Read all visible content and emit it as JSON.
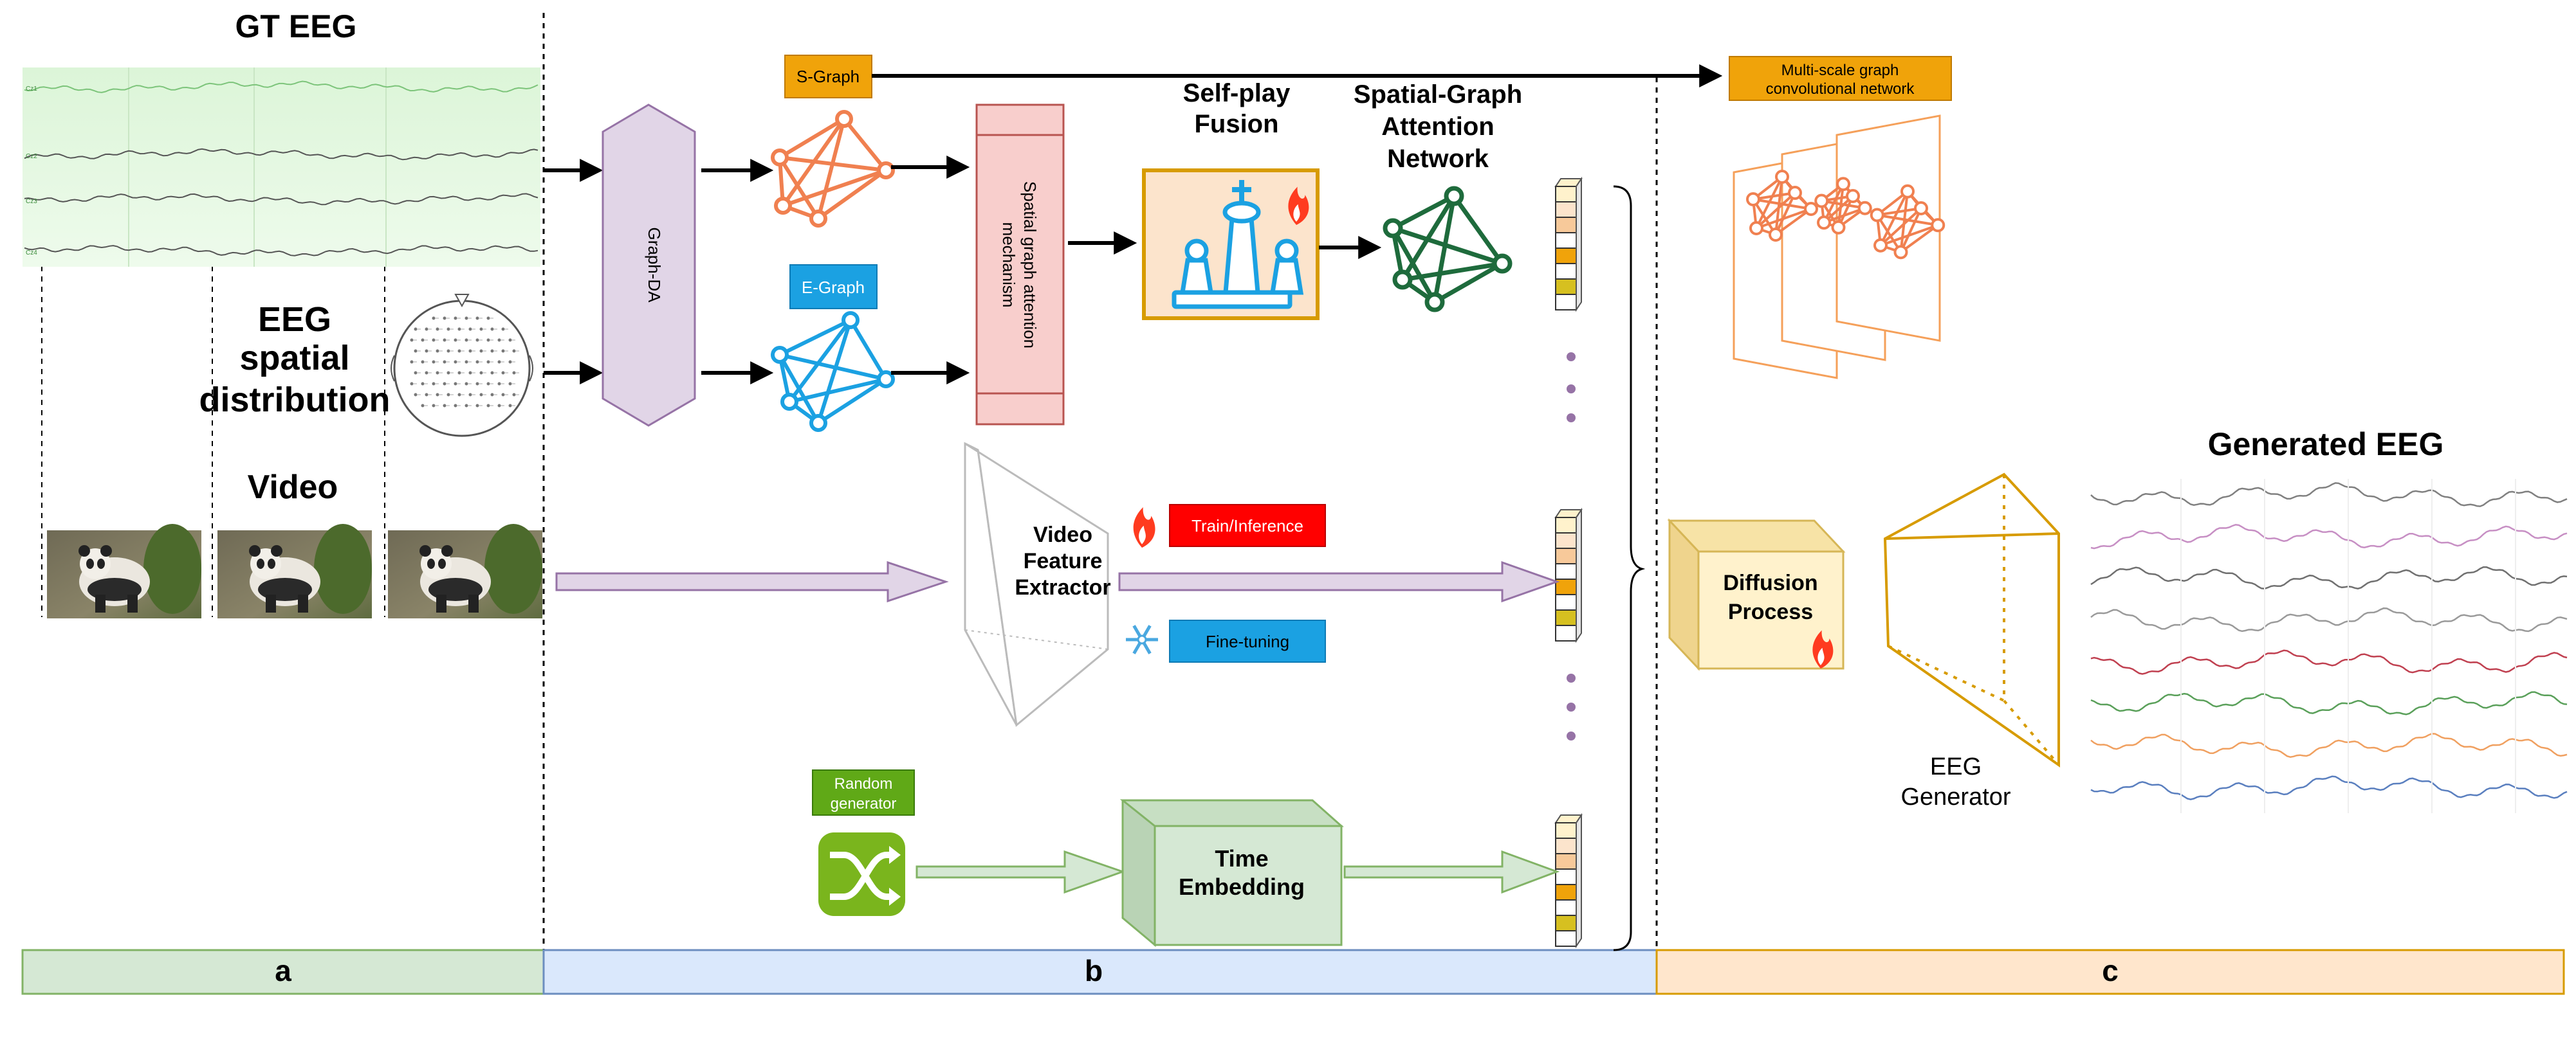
{
  "panels": {
    "a": {
      "label": "a",
      "color": "#d5e8d4",
      "border": "#82b366"
    },
    "b": {
      "label": "b",
      "color": "#dae8fc",
      "border": "#6c8ebf"
    },
    "c": {
      "label": "c",
      "color": "#ffe6cc",
      "border": "#d79b00"
    }
  },
  "section_a": {
    "gt_eeg_title": "GT EEG",
    "channel_labels": [
      "Cz1",
      "Cz2",
      "Cz3",
      "Cz4"
    ],
    "spatial_title_lines": [
      "EEG",
      "spatial",
      "distribution"
    ],
    "video_title": "Video"
  },
  "section_b": {
    "graph_da": "Graph-DA",
    "s_graph": "S-Graph",
    "e_graph": "E-Graph",
    "attention_lines": [
      "Spatial graph attention",
      "mechanism"
    ],
    "fusion_title_lines": [
      "Self-play",
      "Fusion"
    ],
    "sgan_title_lines": [
      "Spatial-Graph",
      "Attention",
      "Network"
    ],
    "video_extractor_lines": [
      "Video",
      "Feature",
      "Extractor"
    ],
    "train_inference": "Train/Inference",
    "fine_tuning": "Fine-tuning",
    "random_generator_lines": [
      "Random",
      "generator"
    ],
    "time_embedding_lines": [
      "Time",
      "Embedding"
    ]
  },
  "section_c": {
    "multiscale_lines": [
      "Multi-scale graph",
      "convolutional network"
    ],
    "diffusion_lines": [
      "Diffusion",
      "Process"
    ],
    "eeg_generator_lines": [
      "EEG",
      "Generator"
    ],
    "generated_title": "Generated EEG",
    "wave_colors": [
      "#808080",
      "#c78fc4",
      "#707070",
      "#9a9a9a",
      "#c04050",
      "#5aa05a",
      "#f0a060",
      "#5a7fbf"
    ]
  },
  "icons": {
    "fire": "fire-icon",
    "snowflake": "snowflake-icon",
    "chess": "chess-icon",
    "shuffle": "shuffle-icon",
    "panda": "panda-photo"
  },
  "colors": {
    "s_graph": "#f0a30a",
    "e_graph": "#1ba1e2",
    "orange_graph": "#f08050",
    "blue_graph": "#1ba1e2",
    "green_graph": "#1e6b3c",
    "train": "#ff0000",
    "purple": "#e1d5e7",
    "purple_border": "#9673a6",
    "attention_fill": "#f8cecc",
    "attention_border": "#b85450",
    "fusion_fill": "#fce4cc",
    "fusion_border": "#d79b00",
    "time_fill": "#d5e8d4",
    "time_border": "#82b366",
    "random_fill": "#60a917",
    "dot_color": "#9673a6"
  }
}
